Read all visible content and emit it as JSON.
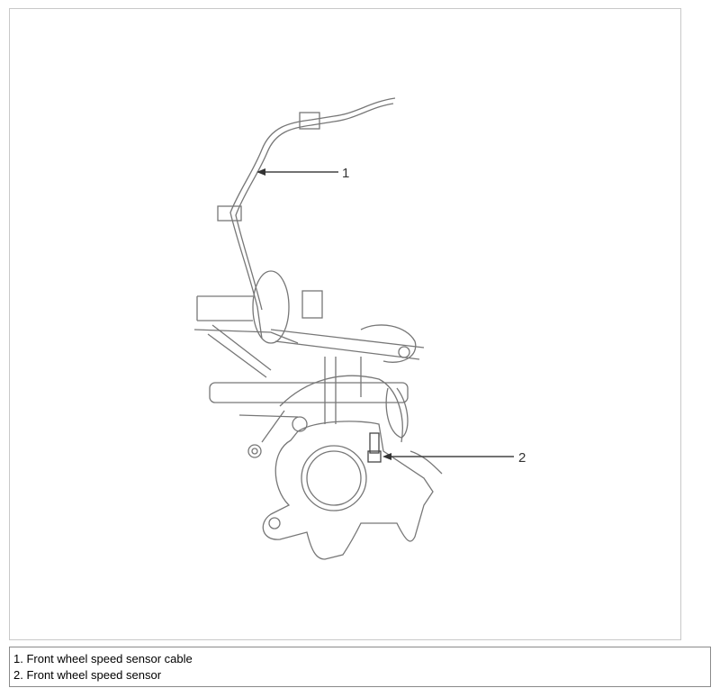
{
  "figure": {
    "callouts": [
      {
        "number": "1"
      },
      {
        "number": "2"
      }
    ]
  },
  "legend": {
    "items": [
      "1. Front wheel speed sensor cable",
      "2. Front wheel speed sensor"
    ]
  }
}
